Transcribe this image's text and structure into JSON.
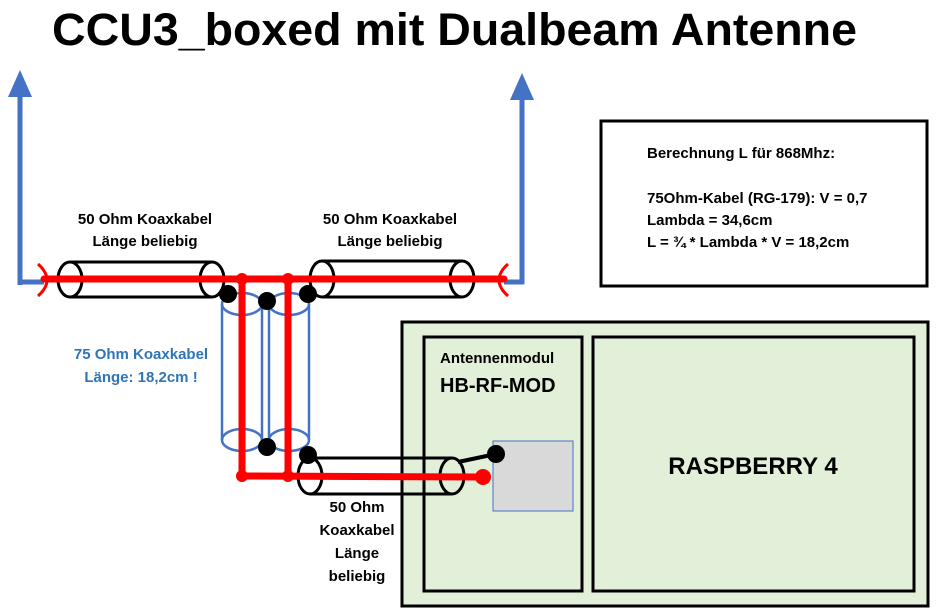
{
  "title": "CCU3_boxed mit Dualbeam Antenne",
  "cables": {
    "left": {
      "line1": "50 Ohm Koaxkabel",
      "line2": "Länge beliebig"
    },
    "right": {
      "line1": "50 Ohm Koaxkabel",
      "line2": "Länge beliebig"
    },
    "branch": {
      "line1": "75 Ohm Koaxkabel",
      "line2": "Länge: 18,2cm !"
    },
    "bottom": {
      "lines": [
        "50 Ohm",
        "Koaxkabel",
        "Länge",
        "beliebig"
      ]
    }
  },
  "info": {
    "heading": "Berechnung L für 868Mhz:",
    "lines": [
      "75Ohm-Kabel (RG-179): V = 0,7",
      "Lambda = 34,6cm",
      "L = ¾ * Lambda * V =  18,2cm"
    ]
  },
  "module": {
    "label": "Antennenmodul",
    "name": "HB-RF-MOD"
  },
  "raspberry": {
    "label": "RASPBERRY 4"
  },
  "icons": [
    "antenna-arrow-icon"
  ],
  "colors": {
    "antenna_blue": "#4472c4",
    "signal_red": "#ff0000",
    "label_blue": "#2e75b6",
    "board_green": "#e2f0d9",
    "chip_gray": "#d9d9d9"
  }
}
